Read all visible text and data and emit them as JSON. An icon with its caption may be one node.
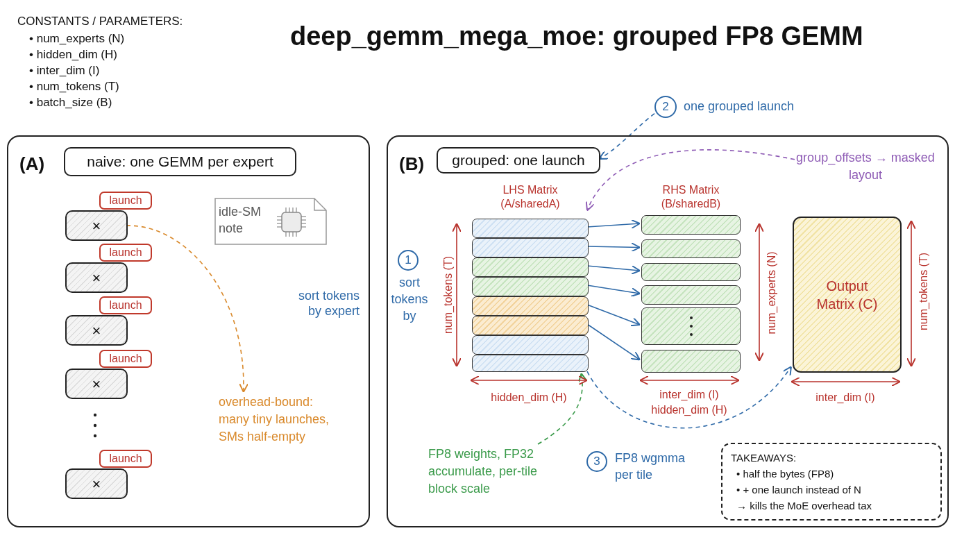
{
  "diagram": {
    "title": "deep_gemm_mega_moe: grouped FP8 GEMM",
    "nodes": [
      {
        "text": [
          "(A)"
        ]
      },
      {
        "text": [
          "naive: one GEMM per expert"
        ],
        "in": 0
      },
      {
        "text": [
          "launch"
        ],
        "in": 0
      },
      {
        "text": [
          "×"
        ],
        "in": 0
      },
      {
        "text": [
          "launch"
        ],
        "in": 0
      },
      {
        "text": [
          "×"
        ],
        "in": 0
      },
      {
        "text": [
          "launch"
        ],
        "in": 0
      },
      {
        "text": [
          "×"
        ],
        "in": 0
      },
      {
        "text": [
          "launch"
        ],
        "in": 0
      },
      {
        "text": [
          "×"
        ],
        "in": 0
      },
      {
        "text": [
          "launch"
        ],
        "in": 0
      },
      {
        "text": [
          "×"
        ],
        "in": 0
      },
      {
        "text": [
          "idle-SM note"
        ],
        "in": 0
      },
      {
        "text": [
          "overhead-bound: many tiny launches, SMs half-empty"
        ],
        "in": 0
      },
      {
        "text": [
          "(B)"
        ]
      },
      {
        "text": [
          "grouped: one launch"
        ],
        "in": 14
      },
      {
        "text": [
          "2"
        ],
        "beside": [
          "one grouped launch"
        ]
      },
      {
        "text": [
          "group_offsets → masked layout"
        ],
        "in": 14
      },
      {
        "text": [
          "LHS Matrix (A/sharedA)"
        ],
        "in": 14
      },
      {
        "text": [],
        "shape": "bar",
        "in": 18
      },
      {
        "text": [],
        "shape": "bar",
        "in": 18
      },
      {
        "text": [],
        "shape": "bar",
        "in": 18
      },
      {
        "text": [],
        "shape": "bar",
        "in": 18
      },
      {
        "text": [],
        "shape": "bar",
        "in": 18
      },
      {
        "text": [],
        "shape": "bar",
        "in": 18
      },
      {
        "text": [],
        "shape": "bar",
        "in": 18
      },
      {
        "text": [],
        "shape": "bar",
        "in": 18
      },
      {
        "text": [
          "RHS Matrix (B/sharedB)"
        ],
        "in": 14
      },
      {
        "text": [],
        "shape": "bar",
        "in": 27
      },
      {
        "text": [],
        "shape": "bar",
        "in": 27
      },
      {
        "text": [],
        "shape": "bar",
        "in": 27
      },
      {
        "text": [],
        "shape": "bar",
        "in": 27
      },
      {
        "text": [],
        "shape": "bar",
        "in": 27
      },
      {
        "text": [],
        "shape": "bar",
        "in": 27
      },
      {
        "text": [
          "Output Matrix (C)"
        ],
        "in": 14
      },
      {
        "text": [
          "1"
        ],
        "beside": [
          "sort tokens by"
        ],
        "in": 14
      },
      {
        "text": [
          "FP8 weights, FP32 accumulate, per-tile block scale"
        ],
        "in": 14
      },
      {
        "text": [
          "3"
        ],
        "beside": [
          "FP8 wgmma per tile"
        ],
        "in": 14
      },
      {
        "text": [
          "TAKEAWAYS:",
          "• half the bytes (FP8)",
          "• + one launch instead of N",
          "→ kills the MoE overhead tax"
        ],
        "in": 14
      }
    ],
    "edges": [
      {
        "from": 3,
        "to": 13,
        "arrow": "to",
        "style": "dashed",
        "color": "#d9892b"
      },
      {
        "from": 16,
        "to": 15,
        "arrow": "to",
        "style": "dashed"
      },
      {
        "from": 17,
        "to": 18,
        "arrow": "to",
        "style": "dashed",
        "color": "#8e5bb5"
      },
      {
        "from": 19,
        "to": 28,
        "arrow": "to"
      },
      {
        "from": 20,
        "to": 29,
        "arrow": "to"
      },
      {
        "from": 21,
        "to": 30,
        "arrow": "to"
      },
      {
        "from": 22,
        "to": 31,
        "arrow": "to"
      },
      {
        "from": 23,
        "to": 32,
        "arrow": "to"
      },
      {
        "from": 24,
        "to": 33,
        "arrow": "to"
      },
      {
        "from": 36,
        "to": 18,
        "arrow": "to",
        "style": "dashed",
        "color": "#3a9a4a"
      },
      {
        "from": 18,
        "to": 34,
        "arrow": "to",
        "style": "dashed"
      }
    ],
    "labels": [
      "CONSTANTS / PARAMETERS:",
      "• num_experts (N)",
      "• hidden_dim (H)",
      "• inter_dim (I)",
      "• num_tokens (T)",
      "• batch_size (B)",
      "sort tokens by expert",
      "num_tokens (T)",
      "hidden_dim (H)",
      "num_experts (N)",
      "inter_dim (I)",
      "hidden_dim (H)",
      "num_tokens (T)",
      "inter_dim (I)"
    ]
  }
}
